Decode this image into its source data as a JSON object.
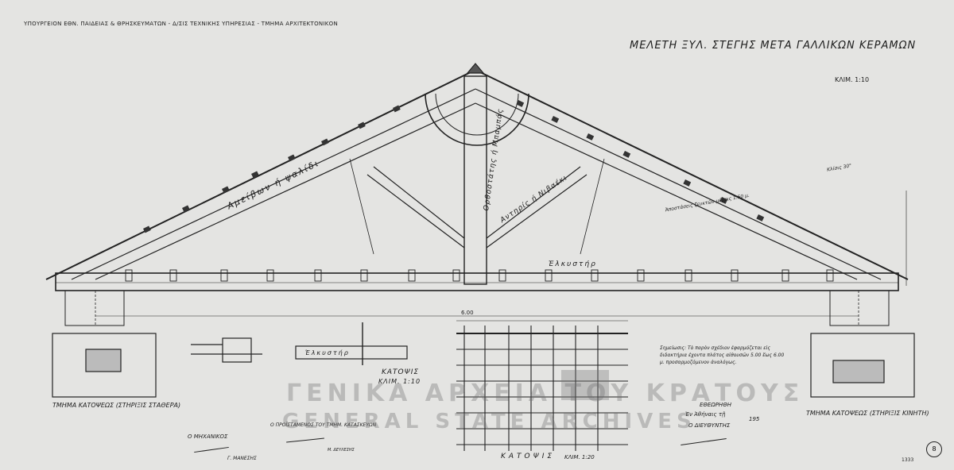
{
  "sheet": {
    "header": "ΥΠΟΥΡΓΕΙΟΝ ΕΘΝ. ΠΑΙΔΕΙΑΣ & ΘΡΗΣΚΕΥΜΑΤΩΝ - Δ/ΣΙΣ ΤΕΧΝΙΚΗΣ ΥΠΗΡΕΣΙΑΣ - ΤΜΗΜΑ ΑΡΧΙΤΕΚΤΟΝΙΚΟΝ",
    "title": "ΜΕΛΕΤΗ ΞΥΛ. ΣΤΕΓΗΣ ΜΕΤΑ ΓΑΛΛΙΚΩΝ ΚΕΡΑΜΩΝ",
    "scale": "ΚΛΙΜ. 1:10"
  },
  "labels": {
    "left_rafter": "Αμείβων ή ψαλίδι",
    "king_post": "Ορθοστάτης ή Μπαμπάς",
    "strut": "Αντηρίς ή Νιβαέκι",
    "tie_beam": "Ἑλκυστήρ",
    "tie_small": "Ἑλκυστήρ",
    "kateflis_mid": "ΚΑΤΟΨΙΣ",
    "kateflis_mid_scale": "ΚΛΙΜ. 1:10",
    "kateflis_bottom": "ΚΑΤΟΨΙΣ",
    "kateflis_bottom_scale": "ΚΛΙΜ. 1:20",
    "section_fixed": "ΤΜΗΜΑ ΚΑΤΟΨΕΩΣ (ΣΤΗΡΙΞΙΣ ΣΤΑΘΕΡΑ)",
    "section_movable": "ΤΜΗΜΑ ΚΑΤΟΨΕΩΣ (ΣΤΗΡΙΞΙΣ ΚΙΝΗΤΗ)",
    "mechanic": "Ο ΜΗΧΑΝΙΚΟΣ",
    "mechanic_name": "Γ. ΜΑΝΕΣΗΣ",
    "head": "Ο ΠΡΟΪΣΤΑΜΕΝΟΣ ΤΟΥ ΤΜΗΜ. ΚΑΤΑΣΚΕΥΩΝ",
    "head_name": "Μ. ΔΕΥΛΕΣΗΣ",
    "approved": "ΕΘΕΩΡΗΘΗ",
    "place": "Ἐν Ἀθήναις τῇ",
    "year": "195",
    "director": "Ο ΔΙΕΥΘΥΝΤΗΣ",
    "dimension_600": "6.00",
    "note": "Σημείωσις: Τὸ παρὸν σχέδιον ἐφαρμόζεται εἰς διδακτήρια ἐχοντα πλάτος αἰθουσῶν 5.00 ἕως 6.00 μ. προσαρμοζόμενον ἀναλόγως.",
    "spacing_note": "Ἀποστάσεις ζευκτῶν μέχρις 1.50 μ.",
    "tie_note": "Κλίσις 30°",
    "sheet_number": "8",
    "stamp_number": "1333",
    "archive_wm1": "ΓΕΝΙΚΑ ΑΡΧΕΙΑ ΤΟΥ ΚΡΑΤΟΥΣ",
    "archive_wm2": "GENERAL STATE ARCHIVES"
  }
}
